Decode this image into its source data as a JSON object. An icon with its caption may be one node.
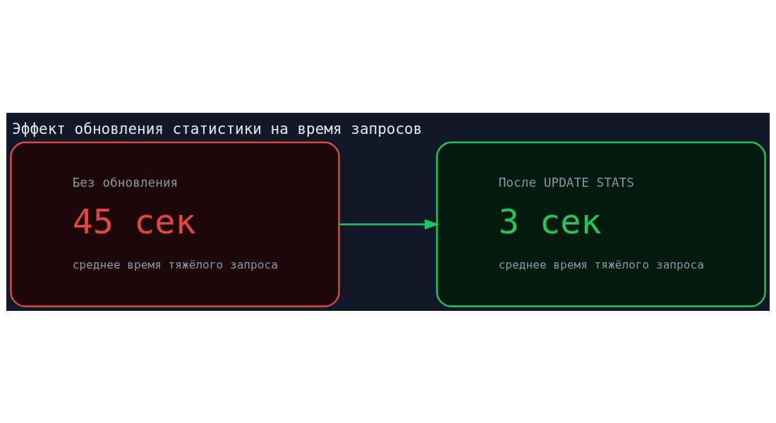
{
  "diagram": {
    "title": "Эффект обновления статистики на время запросов",
    "nodes": [
      {
        "text": [
          "Без обновления",
          "45 сек",
          "среднее время тяжёлого запроса"
        ]
      },
      {
        "text": [
          "После UPDATE STATS",
          "3 сек",
          "среднее время тяжёлого запроса"
        ]
      }
    ],
    "edges": [
      {
        "from": 0,
        "to": 1,
        "arrow": "to",
        "color": "#22c55e"
      }
    ]
  }
}
